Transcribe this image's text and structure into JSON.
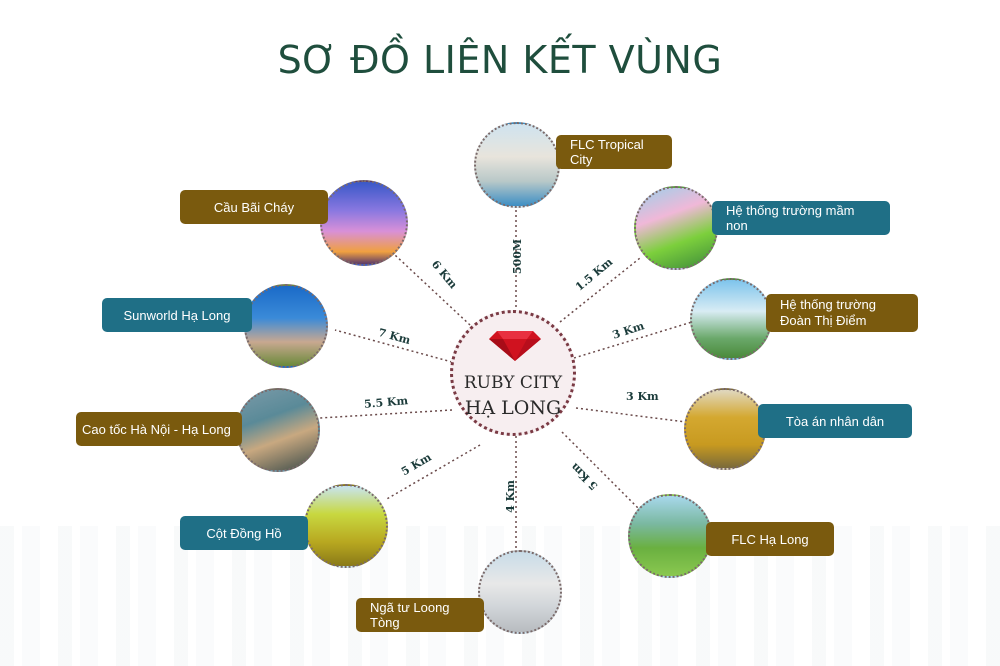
{
  "title": "SƠ ĐỒ LIÊN KẾT VÙNG",
  "center": {
    "line1": "RUBY CITY",
    "line2": "HẠ LONG",
    "icon": "ruby-gem-icon",
    "colors": {
      "gem": "#d0121f",
      "circle_fill": "#f7eef0"
    }
  },
  "colors": {
    "title": "#1f4e3d",
    "brown_label": "#7a5a0e",
    "teal_label": "#1f6f86",
    "distance_text": "#1b3b3a"
  },
  "nodes": [
    {
      "label": "FLC Tropical City",
      "distance": "500M",
      "style": "brown"
    },
    {
      "label": "Hệ thống trường mầm non",
      "distance": "1.5 Km",
      "style": "teal"
    },
    {
      "label": "Hệ thống trường",
      "label2": "Đoàn Thị Điểm",
      "distance": "3 Km",
      "style": "brown"
    },
    {
      "label": "Tòa án nhân dân",
      "distance": "3 Km",
      "style": "teal"
    },
    {
      "label": "FLC Hạ Long",
      "distance": "5 Km",
      "style": "brown"
    },
    {
      "label": "Ngã tư Loong Tòng",
      "distance": "4 Km",
      "style": "brown"
    },
    {
      "label": "Cột Đồng Hồ",
      "distance": "5 Km",
      "style": "teal"
    },
    {
      "label": "Cao tốc Hà Nội - Hạ Long",
      "distance": "5.5 Km",
      "style": "brown"
    },
    {
      "label": "Sunworld Hạ Long",
      "distance": "7 Km",
      "style": "teal"
    },
    {
      "label": "Cầu Bãi Cháy",
      "distance": "6 Km",
      "style": "brown"
    }
  ]
}
